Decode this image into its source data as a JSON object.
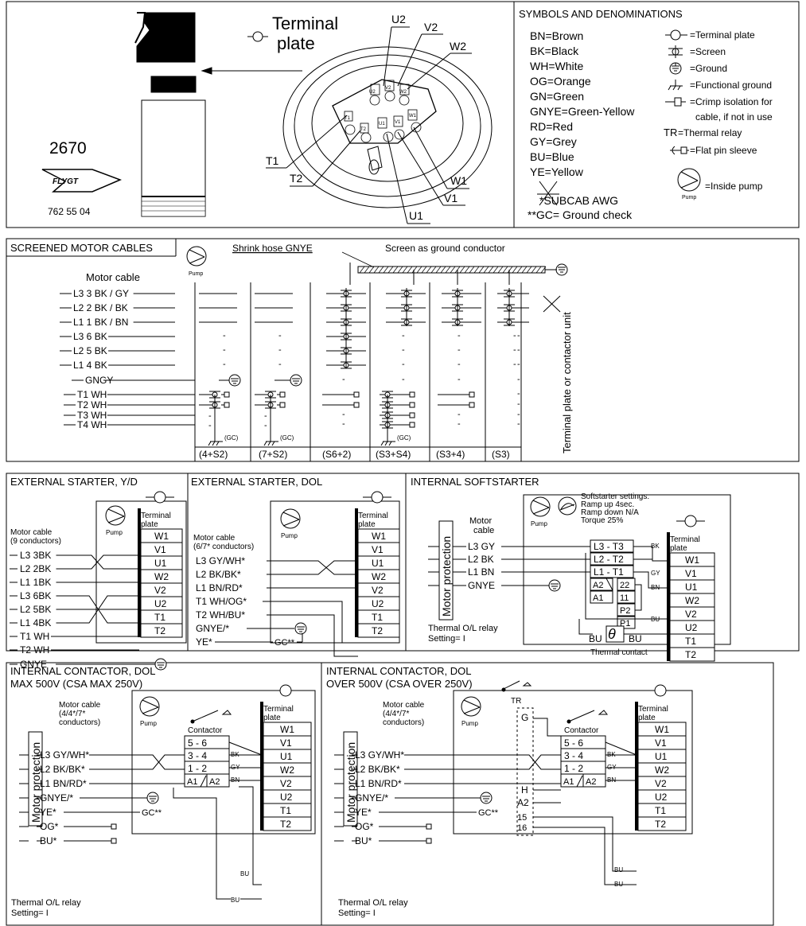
{
  "header": {
    "model": "2670",
    "part_number": "762 55 04",
    "logo_text": "FLYGT",
    "terminal_plate_caption": "Terminal plate",
    "plate_pins_top": [
      "U2",
      "V2",
      "W2"
    ],
    "plate_pins_mid": [
      "T1",
      "T2",
      "U1",
      "V1",
      "W1"
    ],
    "callouts": {
      "u2": "U2",
      "v2": "V2",
      "w2": "W2",
      "t1": "T1",
      "t2": "T2",
      "u1": "U1",
      "v1": "V1",
      "w1": "W1"
    }
  },
  "symbols": {
    "title": "SYMBOLS AND DENOMINATIONS",
    "colors": [
      "BN=Brown",
      "BK=Black",
      "WH=White",
      "OG=Orange",
      "GN=Green",
      "GNYE=Green-Yellow",
      "RD=Red",
      "GY=Grey",
      "BU=Blue",
      "YE=Yellow"
    ],
    "legend": [
      "=Terminal plate",
      "=Screen",
      "=Ground",
      "=Functional ground",
      "=Crimp isolation for",
      "cable, if not in use",
      "=Thermal relay",
      "=Flat pin sleeve",
      "=Inside pump"
    ],
    "tr_abbrev": "TR",
    "pump_small": "Pump",
    "note1": "*SUBCAB AWG",
    "note2": "**GC= Ground check"
  },
  "screened": {
    "title": "SCREENED MOTOR CABLES",
    "pump": "Pump",
    "motor_cable": "Motor cable",
    "shrink_hose": "Shrink hose  GNYE",
    "screen_ground": "Screen as ground conductor",
    "rows": [
      "L3 3 BK / GY",
      "L2 2 BK / BK",
      "L1 1 BK / BN",
      "L3 6 BK",
      "L2 5 BK",
      "L1 4 BK",
      "GNGY",
      "T1  WH",
      "T2  WH",
      "T3  WH",
      "T4  WH"
    ],
    "columns": [
      "(4+S2)",
      "(7+S2)",
      "(S6+2)",
      "(S3+S4)",
      "(S3+4)",
      "(S3)"
    ],
    "gc": "(GC)",
    "vertical_label": "Terminal plate or contactor unit"
  },
  "yd": {
    "title": "EXTERNAL STARTER, Y/D",
    "pump": "Pump",
    "terminal": "Terminal plate",
    "motor_cable": "Motor cable",
    "conductors": "(9 conductors)",
    "wires": [
      "L3  3BK",
      "L2  2BK",
      "L1  1BK",
      "L3  6BK",
      "L2  5BK",
      "L1  4BK",
      "T1  WH",
      "T2  WH",
      "GNYE"
    ],
    "terms": [
      "W1",
      "V1",
      "U1",
      "W2",
      "V2",
      "U2",
      "T1",
      "T2"
    ]
  },
  "dol": {
    "title": "EXTERNAL STARTER, DOL",
    "pump": "Pump",
    "terminal": "Terminal plate",
    "motor_cable": "Motor cable",
    "conductors": "(6/7* conductors)",
    "wires": [
      "L3 GY/WH*",
      "L2 BK/BK*",
      "L1 BN/RD*",
      "T1 WH/OG*",
      "T2 WH/BU*",
      "GNYE/*",
      "YE*"
    ],
    "gc": "GC**",
    "terms": [
      "W1",
      "V1",
      "U1",
      "W2",
      "V2",
      "U2",
      "T1",
      "T2"
    ]
  },
  "soft": {
    "title": "INTERNAL SOFTSTARTER",
    "pump": "Pump",
    "motor_cable": "Motor cable",
    "settings": [
      "Softstarter settings:",
      "Ramp up 4sec.",
      "Ramp down N/A",
      "Torque 25%"
    ],
    "motor_protection": "Motor protection",
    "wires": [
      "L3 GY",
      "L2 BK",
      "L1 BN",
      "GNYE"
    ],
    "boxes": [
      "L3 - T3",
      "L2 - T2",
      "L1 - T1"
    ],
    "relay": [
      "A2",
      "A1",
      "22",
      "11",
      "P2",
      "P1"
    ],
    "wire_colors": [
      "BK",
      "GY",
      "BN",
      "BU"
    ],
    "bu": "BU",
    "thermal_contact": "Thermal contact",
    "relay_note": [
      "Thermal O/L relay",
      "Setting= I"
    ],
    "terminal": "Terminal plate",
    "terms": [
      "W1",
      "V1",
      "U1",
      "W2",
      "V2",
      "U2",
      "T1",
      "T2"
    ]
  },
  "c500": {
    "title1": "INTERNAL CONTACTOR, DOL",
    "title2": "MAX 500V (CSA MAX 250V)",
    "pump": "Pump",
    "motor_cable": [
      "Motor cable",
      "(4/4*/7*",
      "conductors)"
    ],
    "motor_protection": "Motor protection",
    "wires": [
      "L3 GY/WH*",
      "L2 BK/BK*",
      "L1 BN/RD*",
      "GNYE/*",
      "YE*",
      "OG*",
      "BU*"
    ],
    "gc": "GC**",
    "contactor": "Contactor",
    "contacts": [
      "5  -  6",
      "3  -  4",
      "1  -  2"
    ],
    "coil": [
      "A1",
      "A2"
    ],
    "wire_colors": [
      "BK",
      "GY",
      "BN",
      "BU",
      "BU"
    ],
    "relay_note": [
      "Thermal O/L relay",
      "Setting= I"
    ],
    "terminal": "Terminal plate",
    "terms": [
      "W1",
      "V1",
      "U1",
      "W2",
      "V2",
      "U2",
      "T1",
      "T2"
    ]
  },
  "c_over": {
    "title1": "INTERNAL CONTACTOR, DOL",
    "title2": "OVER 500V (CSA OVER 250V)",
    "pump": "Pump",
    "motor_cable": [
      "Motor cable",
      "(4/4*/7*",
      "conductors)"
    ],
    "motor_protection": "Motor protection",
    "wires": [
      "L3 GY/WH*",
      "L2 BK/BK*",
      "L1 BN/RD*",
      "GNYE/*",
      "YE*",
      "OG*",
      "BU*"
    ],
    "gc": "GC**",
    "tr": "TR",
    "tr_pins": [
      "G",
      "H",
      "A2",
      "15",
      "16"
    ],
    "contactor": "Contactor",
    "contacts": [
      "5  -  6",
      "3  -  4",
      "1  -  2"
    ],
    "coil": [
      "A1",
      "A2"
    ],
    "wire_colors": [
      "BK",
      "GY",
      "BN",
      "BU",
      "BU"
    ],
    "relay_note": [
      "Thermal O/L relay",
      "Setting= I"
    ],
    "terminal": "Terminal plate",
    "terms": [
      "W1",
      "V1",
      "U1",
      "W2",
      "V2",
      "U2",
      "T1",
      "T2"
    ]
  }
}
